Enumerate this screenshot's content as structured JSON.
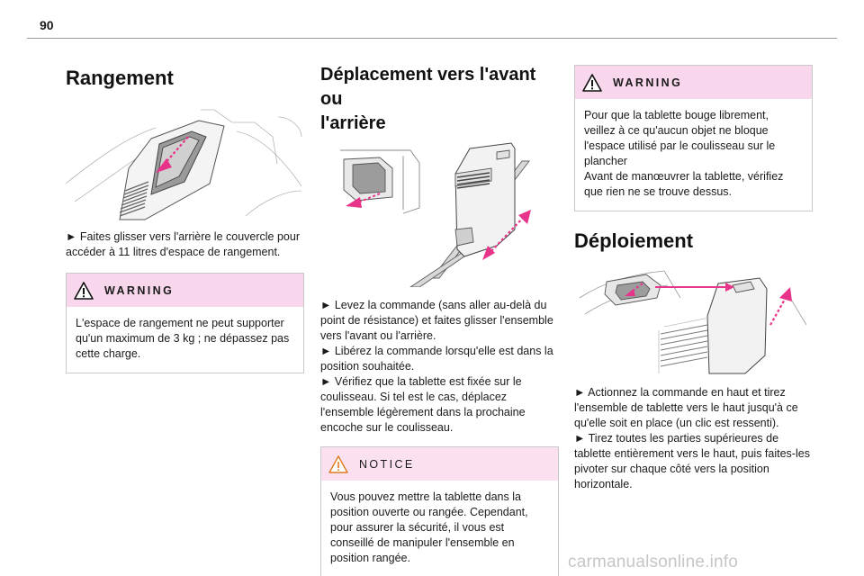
{
  "page": {
    "number": "90"
  },
  "col1": {
    "heading": "Rangement",
    "paragraphs": [
      "► Faites glisser vers l'arrière le couvercle pour accéder à 11 litres d'espace de rangement."
    ],
    "warning": {
      "title": "WARNING",
      "paragraphs": [
        "L'espace de rangement ne peut supporter qu'un maximum de 3 kg ; ne dépassez pas cette charge."
      ]
    }
  },
  "col2": {
    "heading_lines": [
      "Déplacement vers l'avant ou",
      "l'arrière"
    ],
    "paragraphs": [
      "► Levez la commande (sans aller au-delà du point de résistance) et faites glisser l'ensemble vers l'avant ou l'arrière.",
      "► Libérez la commande lorsqu'elle est dans la position souhaitée.",
      "► Vérifiez que la tablette est fixée sur le coulisseau. Si tel est le cas, déplacez l'ensemble légèrement dans la prochaine encoche sur le coulisseau."
    ],
    "notice": {
      "title": "NOTICE",
      "paragraphs": [
        "Vous pouvez mettre la tablette dans la position ouverte ou rangée. Cependant, pour assurer la sécurité, il vous est conseillé de manipuler l'ensemble en position rangée."
      ]
    }
  },
  "col3": {
    "warning": {
      "title": "WARNING",
      "paragraphs": [
        "Pour que la tablette bouge librement, veillez à ce qu'aucun objet ne bloque l'espace utilisé par le coulisseau sur le plancher",
        "Avant de manœuvrer la tablette, vérifiez que rien ne se trouve dessus."
      ]
    },
    "heading": "Déploiement",
    "paragraphs": [
      "► Actionnez la commande en haut et tirez l'ensemble de tablette vers le haut jusqu'à ce qu'elle soit en place (un clic est ressenti).",
      "► Tirez toutes les parties supérieures de tablette entièrement vers le haut, puis faites-les pivoter sur chaque côté vers la position horizontale."
    ]
  },
  "footer": {
    "watermark": "carmanualsonline.info"
  },
  "colors": {
    "arrow_pink": "#e8338a",
    "warning_bg": "#f8d7ec",
    "notice_bg": "#fbe1f0",
    "border": "#c9c9c9"
  },
  "icons": {
    "warning": "warning-triangle-icon",
    "notice": "notice-triangle-icon"
  }
}
